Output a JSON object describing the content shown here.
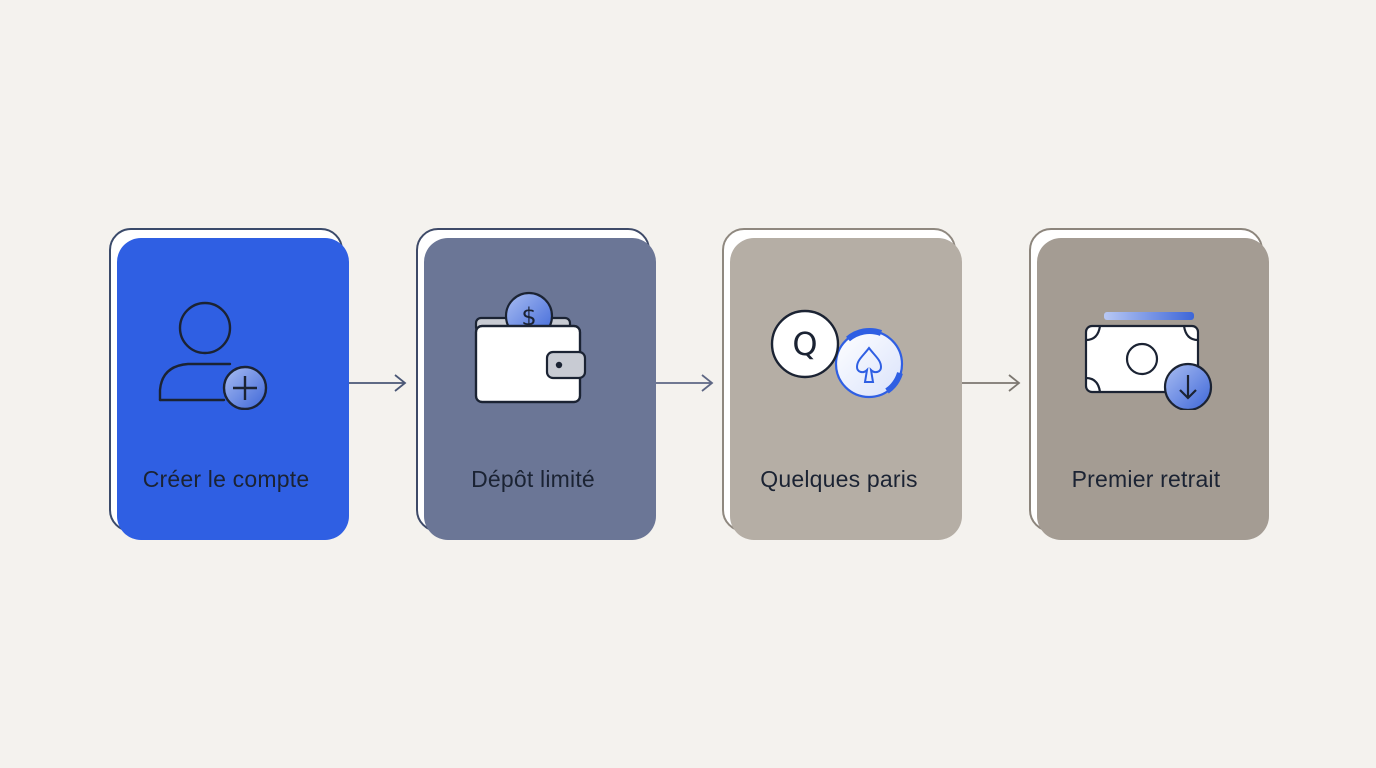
{
  "steps": [
    {
      "label": "Créer le compte",
      "icon": "user-add-icon"
    },
    {
      "label": "Dépôt limité",
      "icon": "wallet-dollar-icon"
    },
    {
      "label": "Quelques paris",
      "icon": "card-chip-icon"
    },
    {
      "label": "Premier retrait",
      "icon": "cash-withdraw-icon"
    }
  ],
  "colors": {
    "background": "#f4f2ee",
    "accent_blue": "#2f5fe3",
    "slate": "#6b7696",
    "taupe": "#b5aea5",
    "line": "#1b2333"
  }
}
